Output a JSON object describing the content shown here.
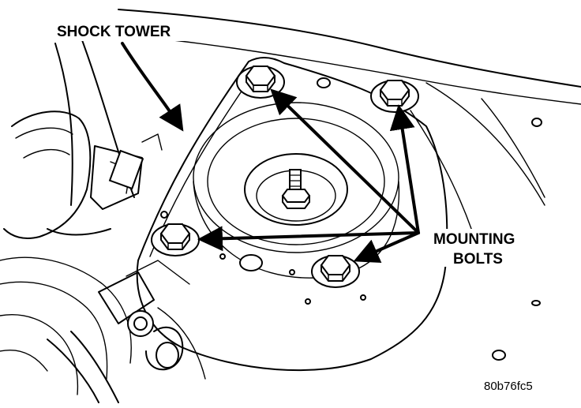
{
  "labels": {
    "shock_tower": "SHOCK TOWER",
    "mounting_line1": "MOUNTING",
    "mounting_line2": "BOLTS",
    "figure_code": "80b76fc5"
  },
  "colors": {
    "ink": "#000000",
    "paper": "#ffffff"
  },
  "icons": [
    "hex-bolt-icon",
    "arrow-head-icon"
  ]
}
